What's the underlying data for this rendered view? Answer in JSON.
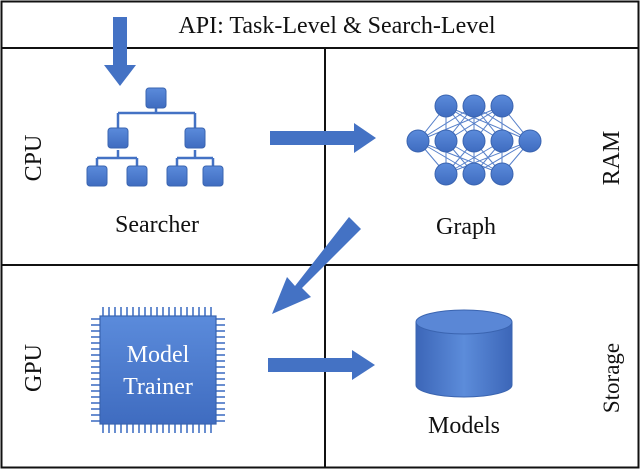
{
  "header": {
    "title": "API: Task-Level & Search-Level"
  },
  "sections": {
    "cpu": "CPU",
    "ram": "RAM",
    "gpu": "GPU",
    "storage": "Storage"
  },
  "components": {
    "searcher": "Searcher",
    "graph": "Graph",
    "trainer_line1": "Model",
    "trainer_line2": "Trainer",
    "models": "Models"
  },
  "colors": {
    "accent": "#4472C4",
    "accent_light": "#5A87D6",
    "border": "#111111",
    "text": "#111111",
    "background": "#ffffff"
  },
  "icons": {
    "searcher": "tree-icon",
    "graph": "neural-network-icon",
    "trainer": "chip-icon",
    "models": "database-icon"
  }
}
